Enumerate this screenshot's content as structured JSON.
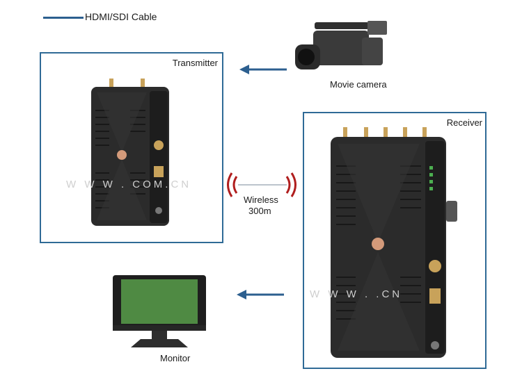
{
  "legend": {
    "cable_label": "HDMI/SDI Cable"
  },
  "transmitter": {
    "title": "Transmitter"
  },
  "receiver": {
    "title": "Receiver"
  },
  "camera": {
    "label": "Movie camera"
  },
  "monitor": {
    "label": "Monitor"
  },
  "wireless": {
    "label": "Wireless",
    "range": "300m"
  },
  "watermark": {
    "left": "W W W .     COM.CN",
    "right": "W W W .            .CN"
  },
  "colors": {
    "frame": "#2f6a96",
    "arrow": "#2c5f8f",
    "signal": "#b01e1e",
    "device": "#2b2b2b",
    "gold": "#c8a25a"
  }
}
